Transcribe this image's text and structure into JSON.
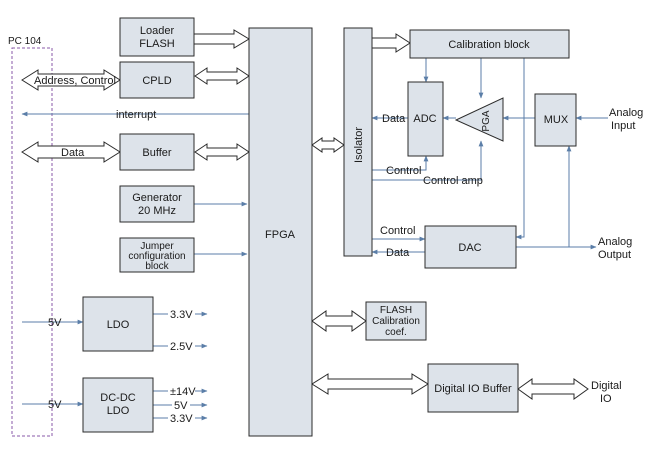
{
  "bus": {
    "label": "PC 104"
  },
  "blocks": {
    "loader_flash": [
      "Loader",
      "FLASH"
    ],
    "cpld": "CPLD",
    "buffer": "Buffer",
    "generator": [
      "Generator",
      "20 MHz"
    ],
    "jumper": [
      "Jumper",
      "configuration",
      "block"
    ],
    "fpga": "FPGA",
    "isolator": "Isolator",
    "calibration": "Calibration block",
    "adc": "ADC",
    "pga": "PGA",
    "mux": "MUX",
    "dac": "DAC",
    "flash_cal": [
      "FLASH",
      "Calibration",
      "coef."
    ],
    "dio_buffer": "Digital IO Buffer",
    "ldo": "LDO",
    "dcdc": [
      "DC-DC",
      "LDO"
    ]
  },
  "signals": {
    "address_control": "Address, Control",
    "interrupt": "interrupt",
    "data_bus": "Data",
    "adc_data": "Data",
    "control": "Control",
    "control_amp": "Control amp",
    "dac_control": "Control",
    "dac_data": "Data",
    "analog_input": [
      "Analog",
      "Input"
    ],
    "analog_output": [
      "Analog",
      "Output"
    ],
    "digital_io": [
      "Digital",
      "IO"
    ],
    "ldo_in": "5V",
    "ldo_out_1": "3.3V",
    "ldo_out_2": "2.5V",
    "dcdc_in": "5V",
    "dcdc_out_1": "±14V",
    "dcdc_out_2": "5V",
    "dcdc_out_3": "3.3V"
  }
}
